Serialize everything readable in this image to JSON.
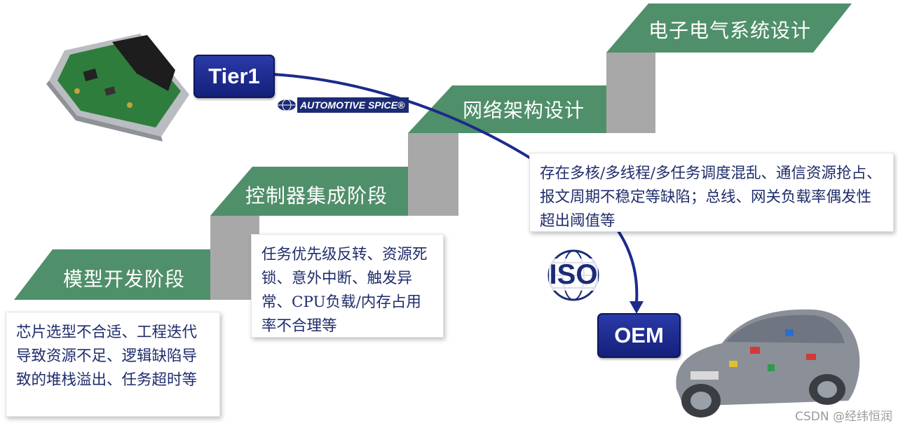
{
  "stages": [
    {
      "label": "模型开发阶段"
    },
    {
      "label": "控制器集成阶段"
    },
    {
      "label": "网络架构设计"
    },
    {
      "label": "电子电气系统设计"
    }
  ],
  "notes": {
    "model": "芯片选型不合适、工程迭代导致资源不足、逻辑缺陷导致的堆栈溢出、任务超时等",
    "integration": "任务优先级反转、资源死锁、意外中断、触发异常、CPU负载/内存占用率不合理等",
    "network": "存在多核/多线程/多任务调度混乱、通信资源抢占、报文周期不稳定等缺陷；总线、网关负载率偶发性超出阈值等"
  },
  "badges": {
    "tier1": "Tier1",
    "oem": "OEM"
  },
  "logos": {
    "spice": "AUTOMOTIVE SPICE®",
    "iso": "ISO"
  },
  "watermark": "CSDN @经纬恒润",
  "colors": {
    "stair_green": "#4f8f6a",
    "stair_gray": "#a6a6a6",
    "badge_blue": "#1b2b8c",
    "note_text": "#1f2d6b"
  }
}
